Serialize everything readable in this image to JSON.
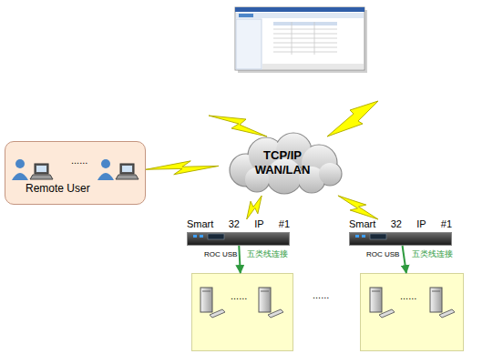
{
  "diagram": {
    "nodes": [
      {
        "text": [
          "......",
          "Remote User"
        ]
      },
      {
        "text": [
          "TCP/IP WAN/LAN"
        ]
      },
      {
        "text": [
          "Smart 32 IP #1"
        ]
      },
      {
        "text": [
          "Smart 32 IP #1"
        ]
      },
      {
        "text": [
          "......"
        ]
      },
      {
        "text": [
          "......"
        ]
      }
    ],
    "edges": [
      {
        "from": 1,
        "to": 0,
        "arrow": "none"
      },
      {
        "from": 1,
        "to": 2,
        "arrow": "none"
      },
      {
        "from": 1,
        "to": 3,
        "arrow": "none"
      },
      {
        "from": 2,
        "to": 4,
        "label": "五类线连接",
        "arrow": "to"
      },
      {
        "from": 3,
        "to": 5,
        "label": "五类线连接",
        "arrow": "to"
      }
    ],
    "labels": [
      "ROC USB",
      "ROC USB",
      "......"
    ]
  }
}
